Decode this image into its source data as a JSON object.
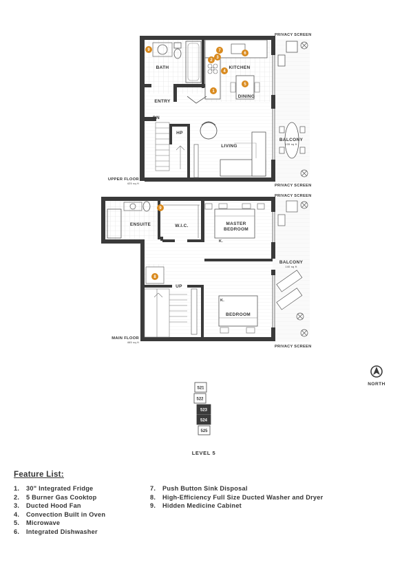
{
  "plan": {
    "upper": {
      "floor_label": "UPPER FLOOR",
      "area": "425 sq ft",
      "rooms": {
        "bath": "BATH",
        "kitchen": "KITCHEN",
        "dining": "DINING",
        "entry": "ENTRY",
        "dn": "DN",
        "hp": "HP",
        "living": "LIVING",
        "balcony": "BALCONY",
        "balcony_area": "135 sq ft"
      },
      "privacy_top": "PRIVACY SCREEN",
      "privacy_bottom": "PRIVACY SCREEN"
    },
    "main": {
      "floor_label": "MAIN FLOOR",
      "area": "465 sq ft",
      "rooms": {
        "ensuite": "ENSUITE",
        "wic": "W.I.C.",
        "master_1": "MASTER",
        "master_2": "BEDROOM",
        "k1": "K.",
        "up": "UP",
        "balcony": "BALCONY",
        "balcony_area": "140 sq ft",
        "k2": "K.",
        "bedroom": "BEDROOM"
      },
      "privacy_top": "PRIVACY SCREEN",
      "privacy_bottom": "PRIVACY SCREEN"
    },
    "markers": {
      "m1": "1",
      "m2": "2",
      "m3": "3",
      "m4": "4",
      "m5": "5",
      "m6": "6",
      "m7": "7",
      "m8": "8",
      "m9a": "9",
      "m9b": "9"
    },
    "marker_color": "#d98a1e"
  },
  "compass": {
    "label": "NORTH"
  },
  "keyplan": {
    "units": [
      "521",
      "522",
      "523",
      "524",
      "525"
    ],
    "highlighted": [
      "523",
      "524"
    ],
    "level": "LEVEL 5"
  },
  "features": {
    "title": "Feature List:",
    "left": [
      {
        "num": "1.",
        "text": "30\" Integrated Fridge"
      },
      {
        "num": "2.",
        "text": "5 Burner Gas Cooktop"
      },
      {
        "num": "3.",
        "text": "Ducted Hood Fan"
      },
      {
        "num": "4.",
        "text": "Convection Built in Oven"
      },
      {
        "num": "5.",
        "text": "Microwave"
      },
      {
        "num": "6.",
        "text": "Integrated Dishwasher"
      }
    ],
    "right": [
      {
        "num": "7.",
        "text": "Push Button Sink Disposal"
      },
      {
        "num": "8.",
        "text": "High-Efficiency Full Size Ducted Washer and Dryer"
      },
      {
        "num": "9.",
        "text": "Hidden Medicine Cabinet"
      }
    ]
  }
}
